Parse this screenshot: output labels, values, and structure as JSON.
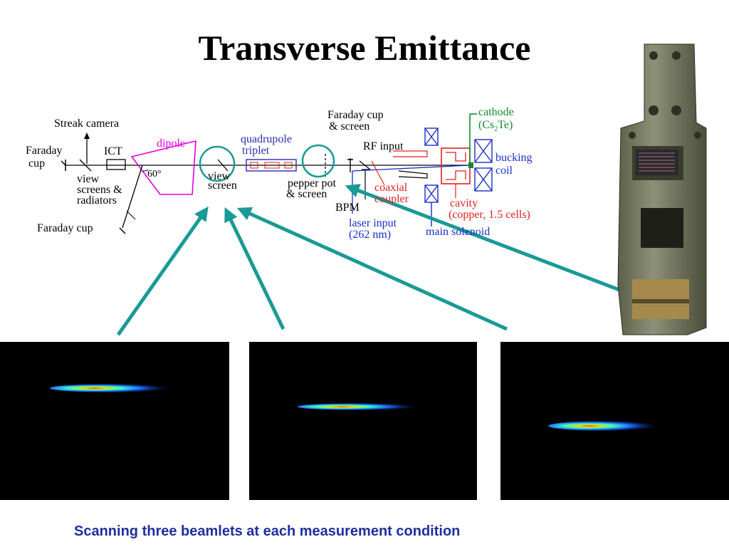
{
  "slide": {
    "title": "Transverse Emittance",
    "caption": "Scanning three beamlets at each measurement condition"
  },
  "beamline": {
    "labels": {
      "streak_camera": "Streak camera",
      "faraday_cup_left_1": "Faraday",
      "faraday_cup_left_2": "cup",
      "ict": "ICT",
      "dipole": "dipole",
      "angle": "60°",
      "view_screens_1": "view",
      "view_screens_2": "screens &",
      "view_screens_3": "radiators",
      "faraday_cup_bottom": "Faraday cup",
      "quadrupole_1": "quadrupole",
      "quadrupole_2": "triplet",
      "view_screen_1": "view",
      "view_screen_2": "screen",
      "pepper_pot_1": "pepper pot",
      "pepper_pot_2": "& screen",
      "faraday_screen_1": "Faraday cup",
      "faraday_screen_2": "& screen",
      "rf_input": "RF input",
      "bpm": "BPM",
      "coaxial_1": "coaxial",
      "coaxial_2": "coupler",
      "laser_1": "laser input",
      "laser_2": "(262 nm)",
      "cathode_1": "cathode",
      "cathode_2a": "(Cs",
      "cathode_2sub": "2",
      "cathode_2b": "Te)",
      "bucking_1": "bucking",
      "bucking_2": "coil",
      "cavity_1": "cavity",
      "cavity_2": "(copper, 1.5 cells)",
      "main_solenoid": "main solenoid"
    }
  },
  "colors": {
    "arrow_teal": "#1a9a96",
    "dipole_magenta": "#e000e0",
    "quad_blue": "#2d2ab3",
    "rf_red": "#e0201c",
    "cathode_green": "#138a2e",
    "caption_blue": "#1f2f9e",
    "beam_panel_bg": "#000000"
  },
  "icons": [
    "teal-circle-marker-icon",
    "teal-arrow-icon",
    "cathode-holder-photo"
  ]
}
